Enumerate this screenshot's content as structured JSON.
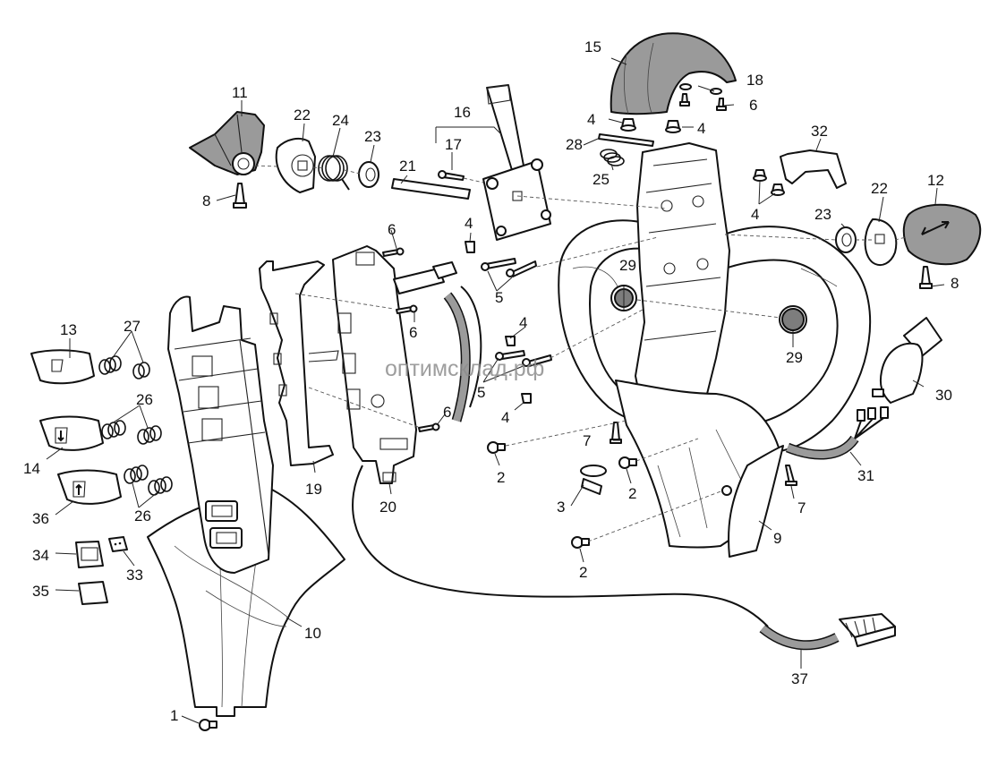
{
  "diagram": {
    "title": "Exploded view: joystick/control handle assembly",
    "watermark": "оптимсклад.рф",
    "colors": {
      "line": "#111111",
      "shaded_part": "#9a9a9a",
      "background": "#ffffff",
      "watermark": "#8e8e8e"
    },
    "callouts": [
      {
        "id": "c1",
        "label": "1",
        "part": "screw"
      },
      {
        "id": "c2a",
        "label": "2",
        "part": "screw"
      },
      {
        "id": "c2b",
        "label": "2",
        "part": "screw"
      },
      {
        "id": "c2c",
        "label": "2",
        "part": "screw"
      },
      {
        "id": "c3",
        "label": "3",
        "part": "cable tie"
      },
      {
        "id": "c4a",
        "label": "4",
        "part": "nut"
      },
      {
        "id": "c4b",
        "label": "4",
        "part": "nut"
      },
      {
        "id": "c4c",
        "label": "4",
        "part": "nut"
      },
      {
        "id": "c4d",
        "label": "4",
        "part": "nut"
      },
      {
        "id": "c4e",
        "label": "4",
        "part": "nut"
      },
      {
        "id": "c4f",
        "label": "4",
        "part": "nut"
      },
      {
        "id": "c5a",
        "label": "5",
        "part": "bolt pair"
      },
      {
        "id": "c5b",
        "label": "5",
        "part": "bolt pair"
      },
      {
        "id": "c6a",
        "label": "6",
        "part": "screw"
      },
      {
        "id": "c6b",
        "label": "6",
        "part": "screw"
      },
      {
        "id": "c6c",
        "label": "6",
        "part": "screw"
      },
      {
        "id": "c6d",
        "label": "6",
        "part": "screw"
      },
      {
        "id": "c7a",
        "label": "7",
        "part": "self-tapping screw"
      },
      {
        "id": "c7b",
        "label": "7",
        "part": "self-tapping screw"
      },
      {
        "id": "c8a",
        "label": "8",
        "part": "self-tapping screw"
      },
      {
        "id": "c8b",
        "label": "8",
        "part": "self-tapping screw"
      },
      {
        "id": "c9",
        "label": "9",
        "part": "side cover"
      },
      {
        "id": "c10",
        "label": "10",
        "part": "lower housing"
      },
      {
        "id": "c11",
        "label": "11",
        "part": "left thumb knob"
      },
      {
        "id": "c12",
        "label": "12",
        "part": "right thumb knob"
      },
      {
        "id": "c13",
        "label": "13",
        "part": "button cap"
      },
      {
        "id": "c14",
        "label": "14",
        "part": "button cap down"
      },
      {
        "id": "c15",
        "label": "15",
        "part": "top cover"
      },
      {
        "id": "c16",
        "label": "16",
        "part": "lever plate assembly"
      },
      {
        "id": "c17",
        "label": "17",
        "part": "screw"
      },
      {
        "id": "c18",
        "label": "18",
        "part": "washer"
      },
      {
        "id": "c19",
        "label": "19",
        "part": "switch carrier"
      },
      {
        "id": "c20",
        "label": "20",
        "part": "circuit board"
      },
      {
        "id": "c21",
        "label": "21",
        "part": "shaft"
      },
      {
        "id": "c22a",
        "label": "22",
        "part": "cam"
      },
      {
        "id": "c22b",
        "label": "22",
        "part": "cam"
      },
      {
        "id": "c23a",
        "label": "23",
        "part": "seal ring"
      },
      {
        "id": "c23b",
        "label": "23",
        "part": "seal ring"
      },
      {
        "id": "c24",
        "label": "24",
        "part": "torsion spring"
      },
      {
        "id": "c25",
        "label": "25",
        "part": "spring"
      },
      {
        "id": "c26a",
        "label": "26",
        "part": "spring pair"
      },
      {
        "id": "c26b",
        "label": "26",
        "part": "spring pair"
      },
      {
        "id": "c27",
        "label": "27",
        "part": "spring pair"
      },
      {
        "id": "c28",
        "label": "28",
        "part": "pin"
      },
      {
        "id": "c29a",
        "label": "29",
        "part": "plug"
      },
      {
        "id": "c29b",
        "label": "29",
        "part": "plug"
      },
      {
        "id": "c30",
        "label": "30",
        "part": "ignition key switch"
      },
      {
        "id": "c31",
        "label": "31",
        "part": "switch cable"
      },
      {
        "id": "c32",
        "label": "32",
        "part": "bracket"
      },
      {
        "id": "c33",
        "label": "33",
        "part": "label"
      },
      {
        "id": "c34",
        "label": "34",
        "part": "button"
      },
      {
        "id": "c35",
        "label": "35",
        "part": "button cover"
      },
      {
        "id": "c36",
        "label": "36",
        "part": "button cap up"
      },
      {
        "id": "c37",
        "label": "37",
        "part": "main cable harness"
      }
    ]
  }
}
